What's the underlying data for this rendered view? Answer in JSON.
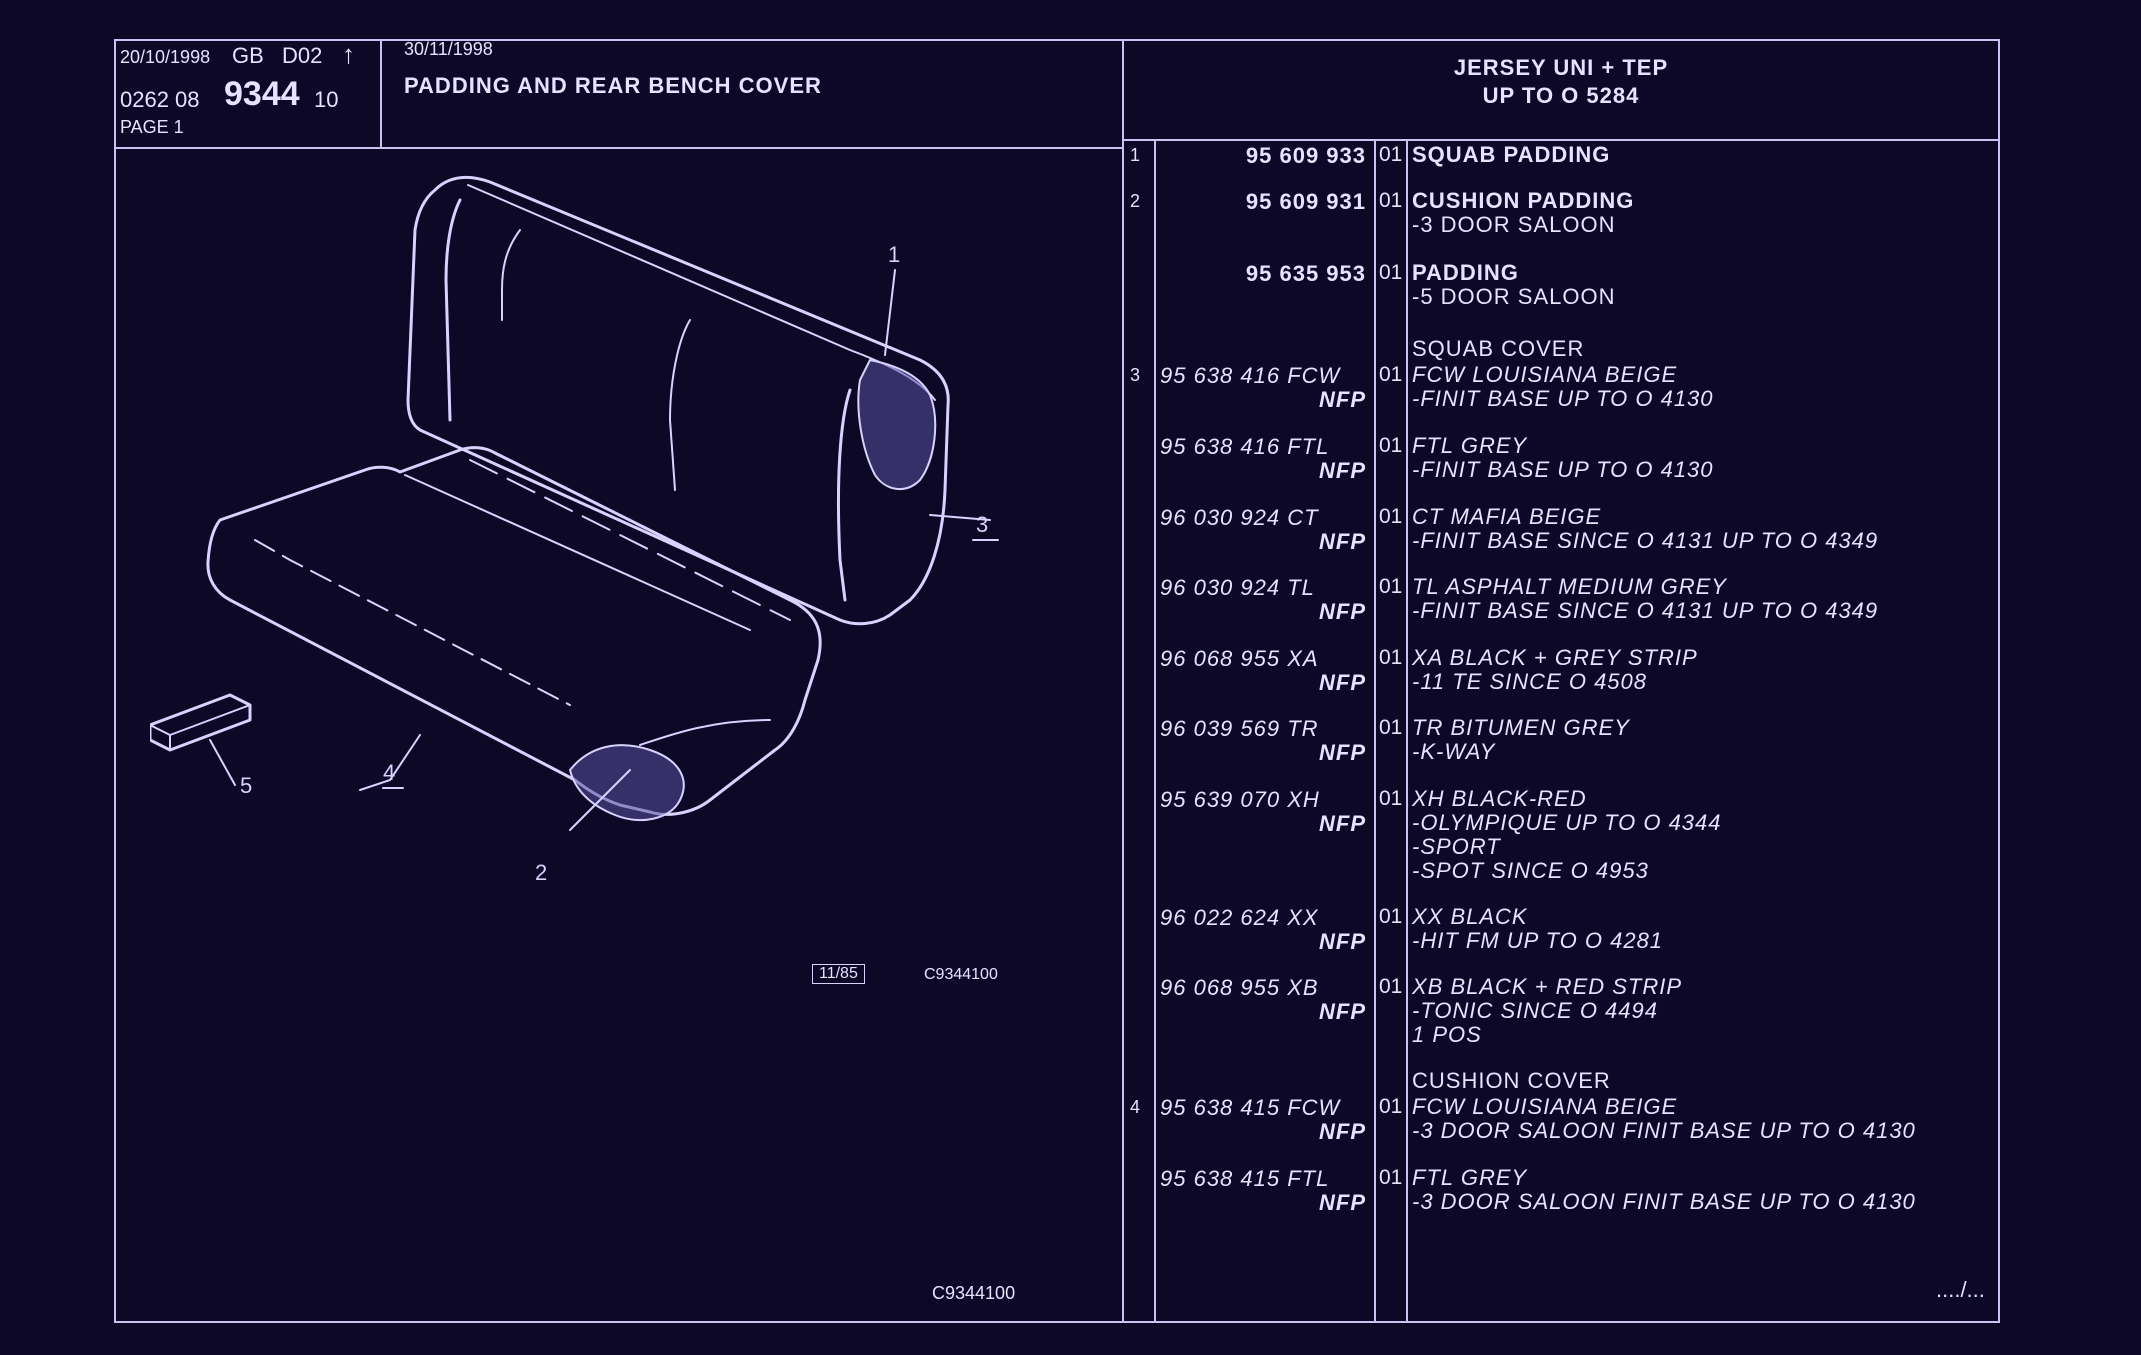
{
  "header": {
    "date1": "20/10/1998",
    "lang": "GB",
    "code": "D02",
    "arrow": "↑",
    "ref_prefix": "0262 08",
    "ref_main": "9344",
    "ref_suffix": "10",
    "page": "PAGE 1",
    "date2": "30/11/1998",
    "title": "PADDING AND REAR BENCH COVER",
    "right_line1": "JERSEY UNI + TEP",
    "right_line2": "UP TO O 5284"
  },
  "drawing": {
    "labels": [
      "1",
      "2",
      "3",
      "4",
      "5"
    ],
    "stamp": "11/85",
    "code": "C9344100",
    "footer_code": "C9344100"
  },
  "parts": [
    {
      "idx": "1",
      "ref": "95 609 933",
      "nfp": "",
      "qty": "01",
      "title": "SQUAB PADDING",
      "lines": []
    },
    {
      "idx": "2",
      "ref": "95 609 931",
      "nfp": "",
      "qty": "01",
      "title": "CUSHION PADDING",
      "lines": [
        "-3 DOOR SALOON"
      ]
    },
    {
      "idx": "",
      "ref": "95 635 953",
      "nfp": "",
      "qty": "01",
      "title": "PADDING",
      "lines": [
        "-5 DOOR SALOON"
      ]
    },
    {
      "idx": "",
      "ref": "",
      "nfp": "",
      "qty": "",
      "title": "",
      "heading": "SQUAB COVER",
      "lines": []
    },
    {
      "idx": "3",
      "ref": "95 638 416 FCW",
      "nfp": "NFP",
      "qty": "01",
      "title": "FCW LOUISIANA BEIGE",
      "lines": [
        "-FINIT BASE UP TO O 4130"
      ]
    },
    {
      "idx": "",
      "ref": "95 638 416 FTL",
      "nfp": "NFP",
      "qty": "01",
      "title": "FTL GREY",
      "lines": [
        "-FINIT BASE UP TO O 4130"
      ]
    },
    {
      "idx": "",
      "ref": "96 030 924 CT",
      "nfp": "NFP",
      "qty": "01",
      "title": "CT MAFIA BEIGE",
      "lines": [
        "-FINIT BASE SINCE O 4131 UP TO O 4349"
      ]
    },
    {
      "idx": "",
      "ref": "96 030 924 TL",
      "nfp": "NFP",
      "qty": "01",
      "title": "TL ASPHALT MEDIUM GREY",
      "lines": [
        "-FINIT BASE SINCE O 4131 UP TO O 4349"
      ]
    },
    {
      "idx": "",
      "ref": "96 068 955 XA",
      "nfp": "NFP",
      "qty": "01",
      "title": "XA BLACK + GREY STRIP",
      "lines": [
        "-11 TE SINCE O 4508"
      ]
    },
    {
      "idx": "",
      "ref": "96 039 569 TR",
      "nfp": "NFP",
      "qty": "01",
      "title": "TR BITUMEN GREY",
      "lines": [
        "-K-WAY"
      ]
    },
    {
      "idx": "",
      "ref": "95 639 070 XH",
      "nfp": "NFP",
      "qty": "01",
      "title": "XH BLACK-RED",
      "lines": [
        "-OLYMPIQUE UP TO O 4344",
        "-SPORT",
        "-SPOT SINCE O 4953"
      ]
    },
    {
      "idx": "",
      "ref": "96 022 624 XX",
      "nfp": "NFP",
      "qty": "01",
      "title": "XX BLACK",
      "lines": [
        "-HIT FM UP TO O 4281"
      ]
    },
    {
      "idx": "",
      "ref": "96 068 955 XB",
      "nfp": "NFP",
      "qty": "01",
      "title": "XB BLACK + RED STRIP",
      "lines": [
        "-TONIC SINCE O 4494",
        "1 POS"
      ]
    },
    {
      "idx": "",
      "ref": "",
      "nfp": "",
      "qty": "",
      "title": "",
      "heading": "CUSHION COVER",
      "lines": []
    },
    {
      "idx": "4",
      "ref": "95 638 415 FCW",
      "nfp": "NFP",
      "qty": "01",
      "title": "FCW LOUISIANA BEIGE",
      "lines": [
        "-3 DOOR SALOON FINIT BASE UP TO O 4130"
      ]
    },
    {
      "idx": "",
      "ref": "95 638 415 FTL",
      "nfp": "NFP",
      "qty": "01",
      "title": "FTL GREY",
      "lines": [
        "-3 DOOR SALOON FINIT BASE UP TO O 4130"
      ]
    }
  ],
  "footer": {
    "continue": "..../..."
  }
}
